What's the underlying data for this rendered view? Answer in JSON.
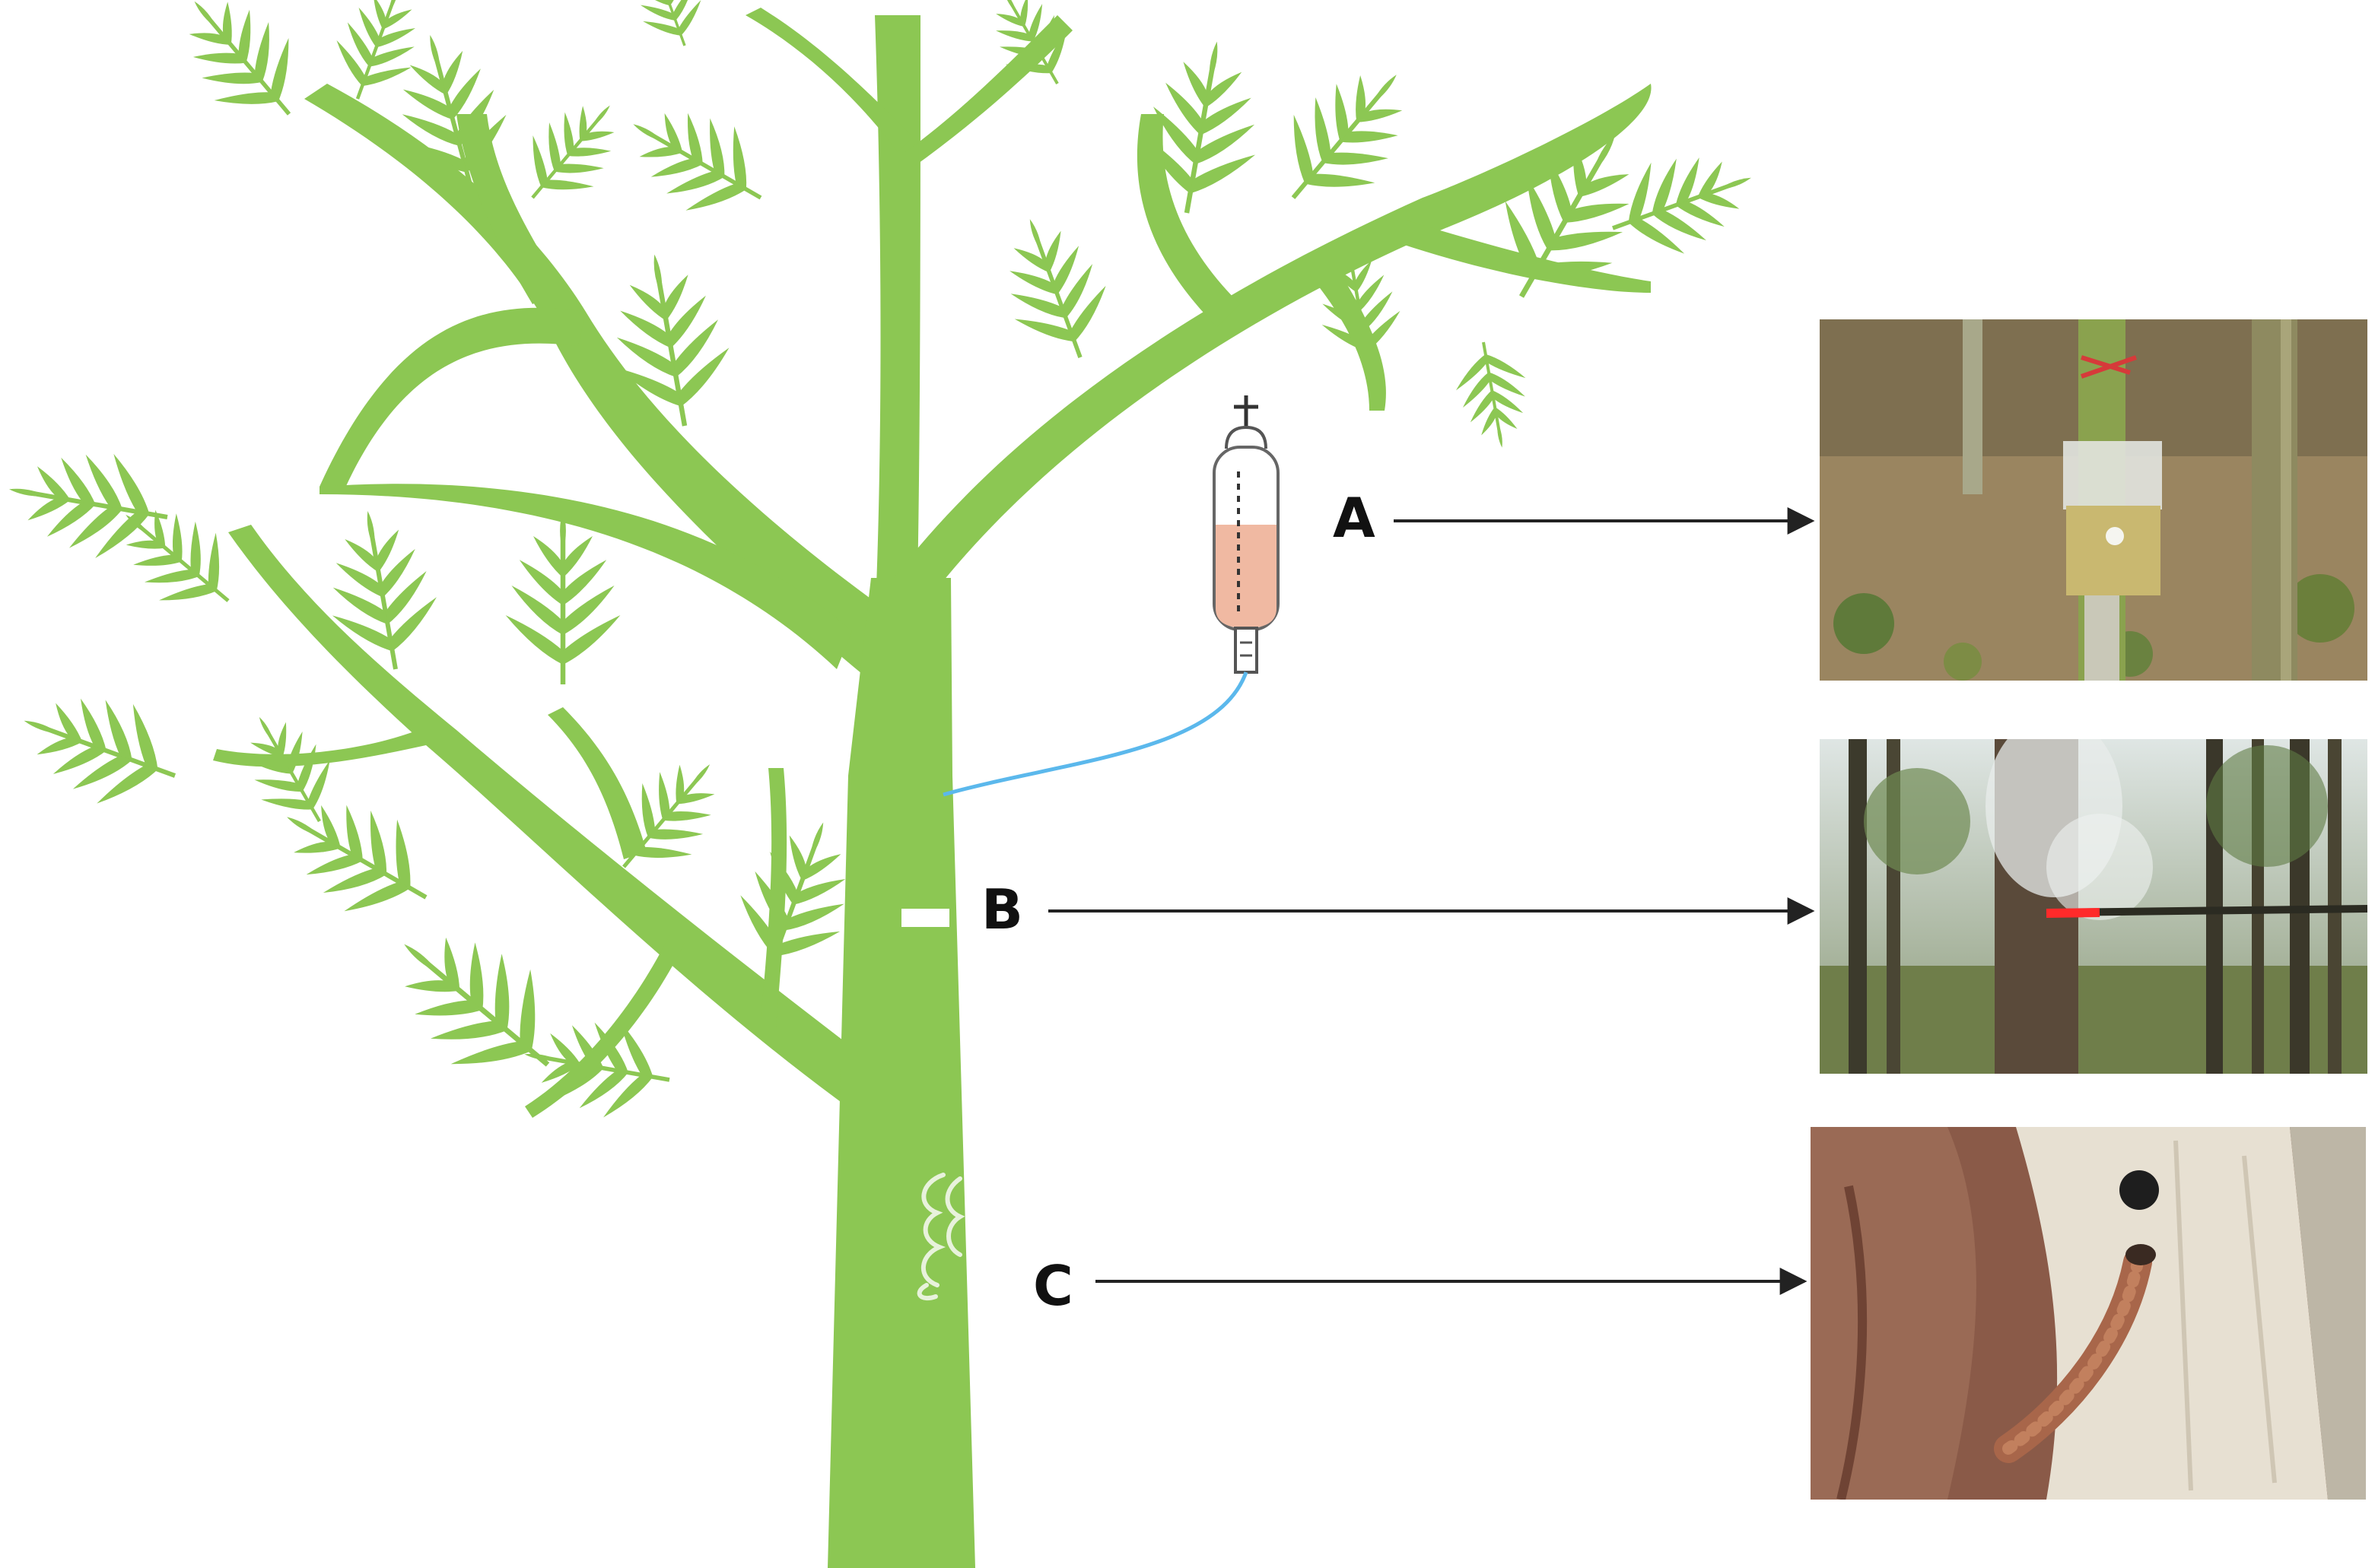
{
  "labels": {
    "a": "A",
    "b": "B",
    "c": "C"
  },
  "colors": {
    "tree": "#8cc753",
    "foliage": "#8cc753",
    "tube": "#5bb8ec",
    "infusion_liquid": "#f0b9a2",
    "arrow": "#222222",
    "label": "#111111"
  },
  "icons": {
    "infusion_bag": "infusion-bag-icon",
    "drill_hole": "drill-hole-icon",
    "larva": "larva-icon"
  },
  "photos": [
    {
      "name": "photo-a-trunk-injection"
    },
    {
      "name": "photo-b-fumigation"
    },
    {
      "name": "photo-c-larva"
    }
  ]
}
